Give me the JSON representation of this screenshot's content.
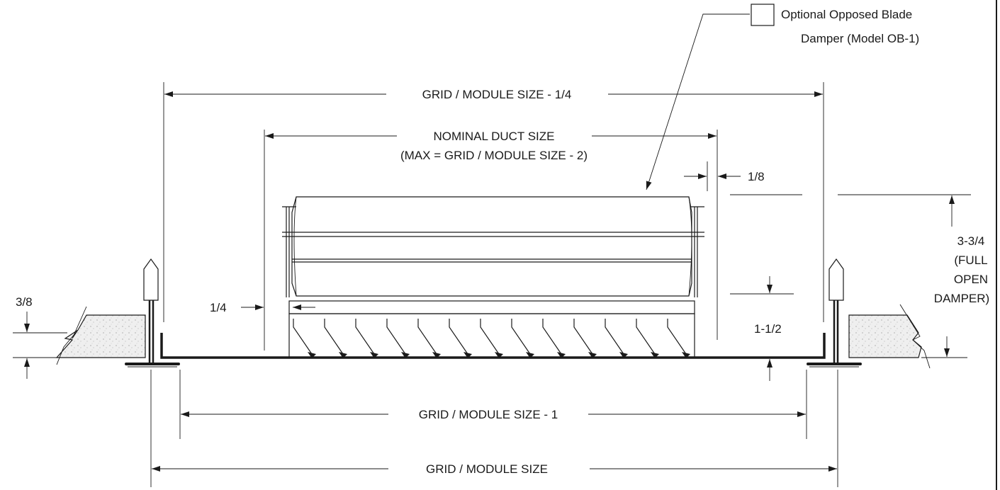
{
  "callout": {
    "line1": "Optional Opposed Blade",
    "line2": "Damper (Model OB-1)"
  },
  "dims": {
    "grid_minus_quarter": "GRID / MODULE SIZE - 1/4",
    "nominal_duct": "NOMINAL DUCT SIZE",
    "nominal_duct_max": "(MAX = GRID / MODULE SIZE - 2)",
    "eighth": "1/8",
    "quarter": "1/4",
    "three_eighths": "3/8",
    "height_line1": "3-3/4",
    "height_line2": "(FULL",
    "height_line3": "OPEN",
    "height_line4": "DAMPER)",
    "one_half": "1-1/2",
    "grid_minus_one": "GRID / MODULE SIZE - 1",
    "grid": "GRID / MODULE SIZE"
  },
  "colors": {
    "ink": "#1a1a1a",
    "tile": "#e8e8e8"
  }
}
